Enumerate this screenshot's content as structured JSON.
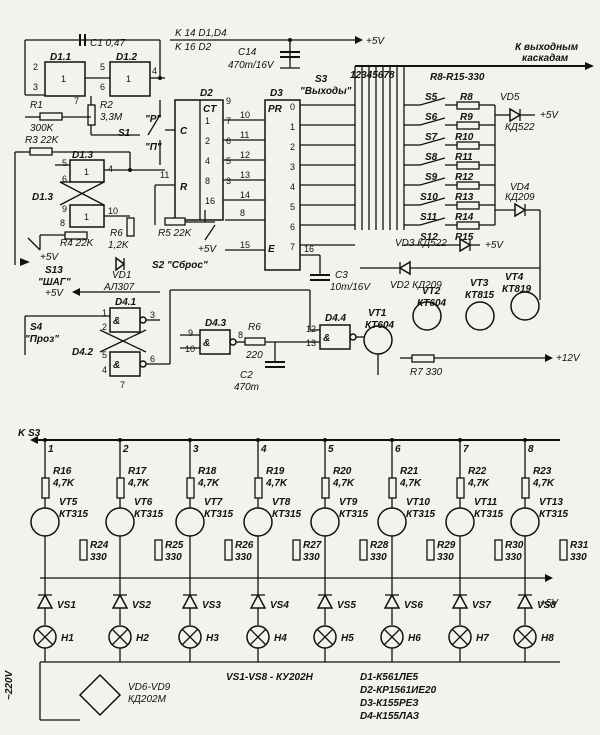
{
  "top": {
    "k14": "K 14 D1,D4",
    "k16": "K 16 D2",
    "plus5v_top": "+5V",
    "c1": "C1 0,47",
    "c14": "C14",
    "c14_val": "470m/16V",
    "to_outputs_1": "К выходным",
    "to_outputs_2": "каскадам",
    "s3": "S3",
    "s3_sub": "\"Выходы\"",
    "s3_nums": "12345678",
    "r8r15": "R8-R15-330"
  },
  "left": {
    "d11": "D1.1",
    "d12": "D1.2",
    "r1": "R1",
    "r1_val": "300K",
    "r2": "R2",
    "r2_val": "3,3M",
    "s1": "S1",
    "s1_p": "\"P\"",
    "s1_pp": "\"П\"",
    "r3": "R3 22K",
    "d13a": "D1.3",
    "d13b": "D1.3",
    "r4": "R4 22K",
    "r6": "R6",
    "r6_val": "1,2K",
    "plus5v_a": "+5V",
    "vd1": "VD1",
    "vd1_val": "АЛ307",
    "s13": "S13",
    "s13_name": "\"ШАГ\"",
    "plus5v_b": "+5V"
  },
  "mid": {
    "d2": "D2",
    "d2_ct": "CT",
    "d2_c": "C",
    "d2_r": "R",
    "d3": "D3",
    "d3_pr": "PR",
    "d3_e": "E",
    "r5": "R5 22K",
    "plus5v_c": "+5V",
    "s2": "S2 \"Сброс\"",
    "c3": "C3",
    "c3_val": "10m/16V",
    "vd3": "VD3 КД522",
    "plus5v_d": "+5V",
    "vd2": "VD2 КД209"
  },
  "right": {
    "switches": [
      "S5",
      "S6",
      "S7",
      "S8",
      "S9",
      "S10",
      "S11",
      "S12"
    ],
    "resistors": [
      "R8",
      "R9",
      "R10",
      "R11",
      "R12",
      "R13",
      "R14",
      "R15"
    ],
    "vd5": "VD5",
    "vd5_val": "КД522",
    "plus5v_e": "+5V",
    "vd4": "VD4",
    "vd4_val": "КД209"
  },
  "driver": {
    "s4": "S4",
    "s4_name": "\"Проз\"",
    "d41": "D4.1",
    "d42": "D4.2",
    "d43": "D4.3",
    "d44": "D4.4",
    "r6b": "R6",
    "r6b_val": "220",
    "c2": "C2",
    "c2_val": "470m",
    "vt1": "VT1",
    "vt1_val": "КТ604",
    "vt2": "VT2",
    "vt2_val": "КТ604",
    "vt3": "VT3",
    "vt3_val": "КТ815",
    "vt4": "VT4",
    "vt4_val": "КТ819",
    "r7": "R7 330",
    "plus12v": "+12V"
  },
  "bottom": {
    "ks3": "K S3",
    "channels": [
      {
        "n": "1",
        "rb": "R16",
        "vt": "VT5",
        "re": "R24",
        "vs": "VS1",
        "h": "H1"
      },
      {
        "n": "2",
        "rb": "R17",
        "vt": "VT6",
        "re": "R25",
        "vs": "VS2",
        "h": "H2"
      },
      {
        "n": "3",
        "rb": "R18",
        "vt": "VT7",
        "re": "R26",
        "vs": "VS3",
        "h": "H3"
      },
      {
        "n": "4",
        "rb": "R19",
        "vt": "VT8",
        "re": "R27",
        "vs": "VS4",
        "h": "H4"
      },
      {
        "n": "5",
        "rb": "R20",
        "vt": "VT9",
        "re": "R28",
        "vs": "VS5",
        "h": "H5"
      },
      {
        "n": "6",
        "rb": "R21",
        "vt": "VT10",
        "re": "R29",
        "vs": "VS6",
        "h": "H6"
      },
      {
        "n": "7",
        "rb": "R22",
        "vt": "VT11",
        "re": "R30",
        "vs": "VS7",
        "h": "H7"
      },
      {
        "n": "8",
        "rb": "R23",
        "vt": "VT13",
        "re": "R31",
        "vs": "VS8",
        "h": "H8"
      }
    ],
    "rb_val": "4,7K",
    "re_val": "330",
    "vt_val": "КТ315",
    "plus5v_f": "+5V",
    "mains": "~220V",
    "bridge": "VD6-VD9",
    "bridge_val": "КД202М",
    "vs_note": "VS1-VS8 - КУ202Н",
    "parts": [
      "D1-К561ЛЕ5",
      "D2-КР1561ИЕ20",
      "D3-К155РЕЗ",
      "D4-К155ЛАЗ"
    ]
  }
}
